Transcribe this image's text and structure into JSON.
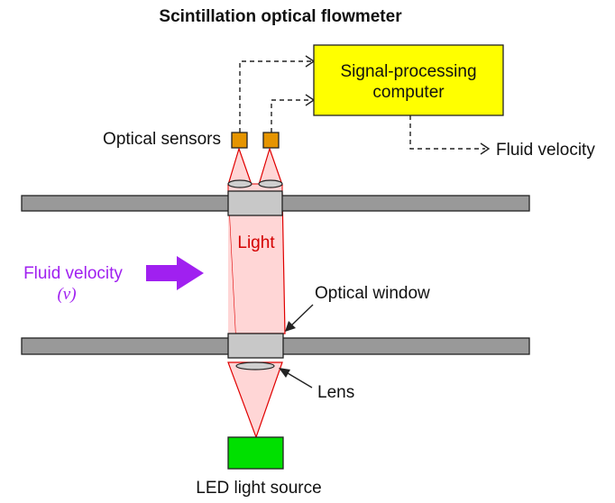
{
  "title": "Scintillation optical flowmeter",
  "labels": {
    "computer_line1": "Signal-processing",
    "computer_line2": "computer",
    "optical_sensors": "Optical sensors",
    "fluid_velocity_output": "Fluid velocity",
    "light": "Light",
    "fluid_velocity_input": "Fluid velocity",
    "velocity_symbol": "(v)",
    "optical_window": "Optical window",
    "lens": "Lens",
    "led_source": "LED light source"
  },
  "colors": {
    "computer_fill": "#ffff00",
    "computer_border": "#222222",
    "sensor_fill": "#e59400",
    "pipe_fill": "#999999",
    "window_fill": "#c8c8c8",
    "light_fill": "#ffd6d6",
    "light_edge": "#e00000",
    "light_text": "#d40000",
    "fluid_arrow": "#a020f0",
    "led_fill": "#00e000"
  }
}
